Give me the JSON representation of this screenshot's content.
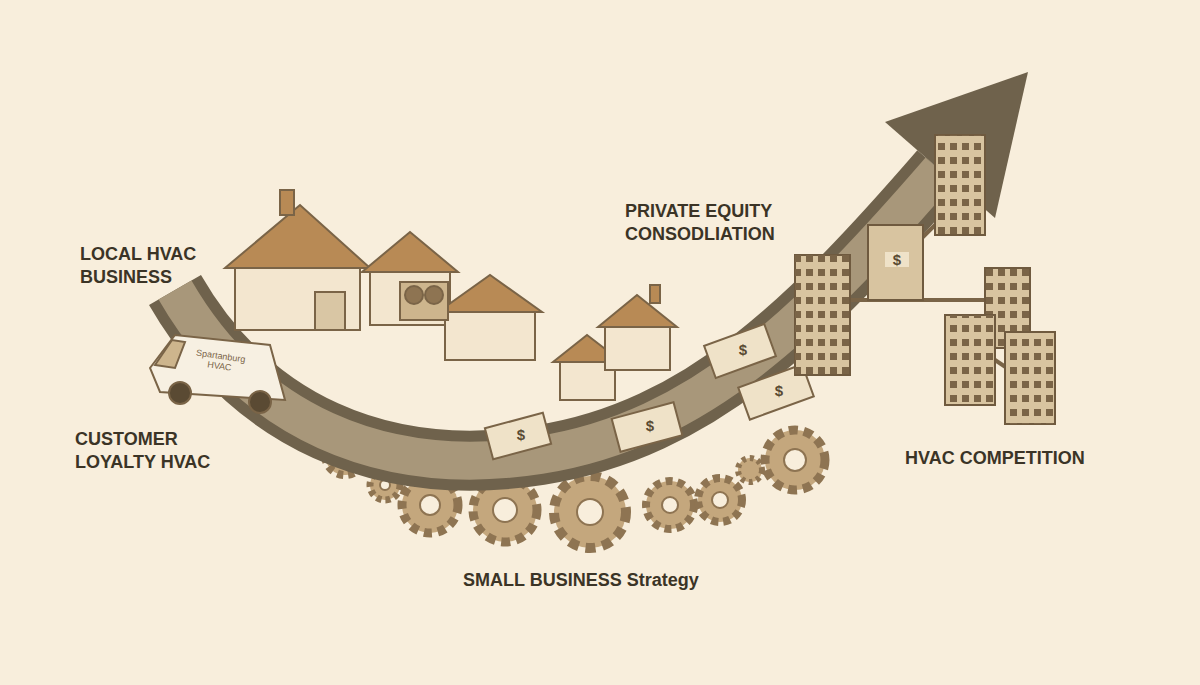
{
  "diagram": {
    "labels": [
      "LOCAL HVAC BUSINESS",
      "CUSTOMER LOYALTY HVAC",
      "PRIVATE EQUITY CONSODLIATION",
      "HVAC COMPETITION",
      "SMALL BUSINESS Strategy",
      "Spartanburg HVAC",
      "$",
      "$",
      "$",
      "$",
      "$"
    ]
  }
}
